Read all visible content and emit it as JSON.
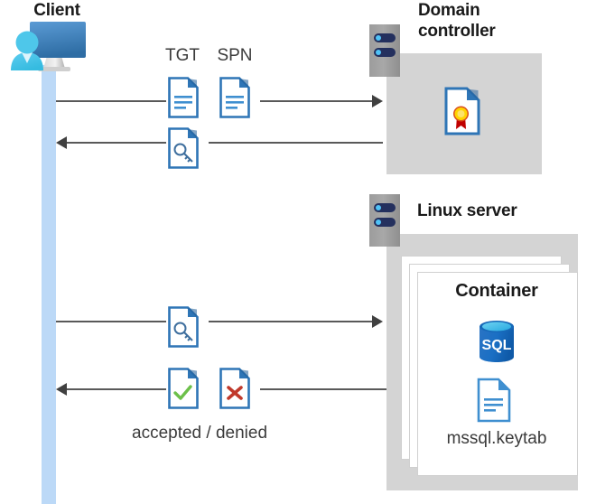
{
  "diagram": {
    "title_client": "Client",
    "title_domain_controller": "Domain\ncontroller",
    "title_domain_controller_line1": "Domain",
    "title_domain_controller_line2": "controller",
    "title_linux_server": "Linux server",
    "title_container": "Container",
    "keytab_filename": "mssql.keytab",
    "label_tgt": "TGT",
    "label_spn": "SPN",
    "label_accepted_denied": "accepted / denied",
    "label_sql": "SQL"
  },
  "icons": {
    "client": "client-workstation-icon",
    "server_rack": "server-rack-icon",
    "document_tgt": "document-lines-icon",
    "document_spn": "document-lines-icon",
    "document_ticket": "document-key-icon",
    "document_certificate": "document-certificate-icon",
    "document_accepted": "document-check-icon",
    "document_denied": "document-cross-icon",
    "document_keytab": "document-lines-icon",
    "database_sql": "sql-database-icon"
  },
  "flows": [
    {
      "id": "flow-request-tgt-spn",
      "direction": "right",
      "from": "client",
      "to": "domain-controller",
      "artifacts": [
        "TGT",
        "SPN"
      ]
    },
    {
      "id": "flow-return-service-ticket",
      "direction": "left",
      "from": "domain-controller",
      "to": "client",
      "artifacts": [
        "service-ticket"
      ]
    },
    {
      "id": "flow-present-ticket",
      "direction": "right",
      "from": "client",
      "to": "linux-server",
      "artifacts": [
        "service-ticket"
      ]
    },
    {
      "id": "flow-accept-deny",
      "direction": "left",
      "from": "linux-server",
      "to": "client",
      "artifacts": [
        "accepted",
        "denied"
      ],
      "caption": "accepted / denied"
    }
  ],
  "colors": {
    "lifeline": "#bcd9f7",
    "panel_gray": "#d4d4d4",
    "doc_border": "#2E75B6",
    "doc_fold": "#2E75B6",
    "arrow": "#595959",
    "server_navy": "#24305e",
    "led_blue": "#4fc3f7",
    "sql_blue": "#1b6ec2",
    "check_green": "#6cc04a",
    "cross_red": "#c0392b",
    "medal_gold": "#ffd400",
    "ribbon_red": "#c00000",
    "text_dark": "#1a1a1a"
  }
}
